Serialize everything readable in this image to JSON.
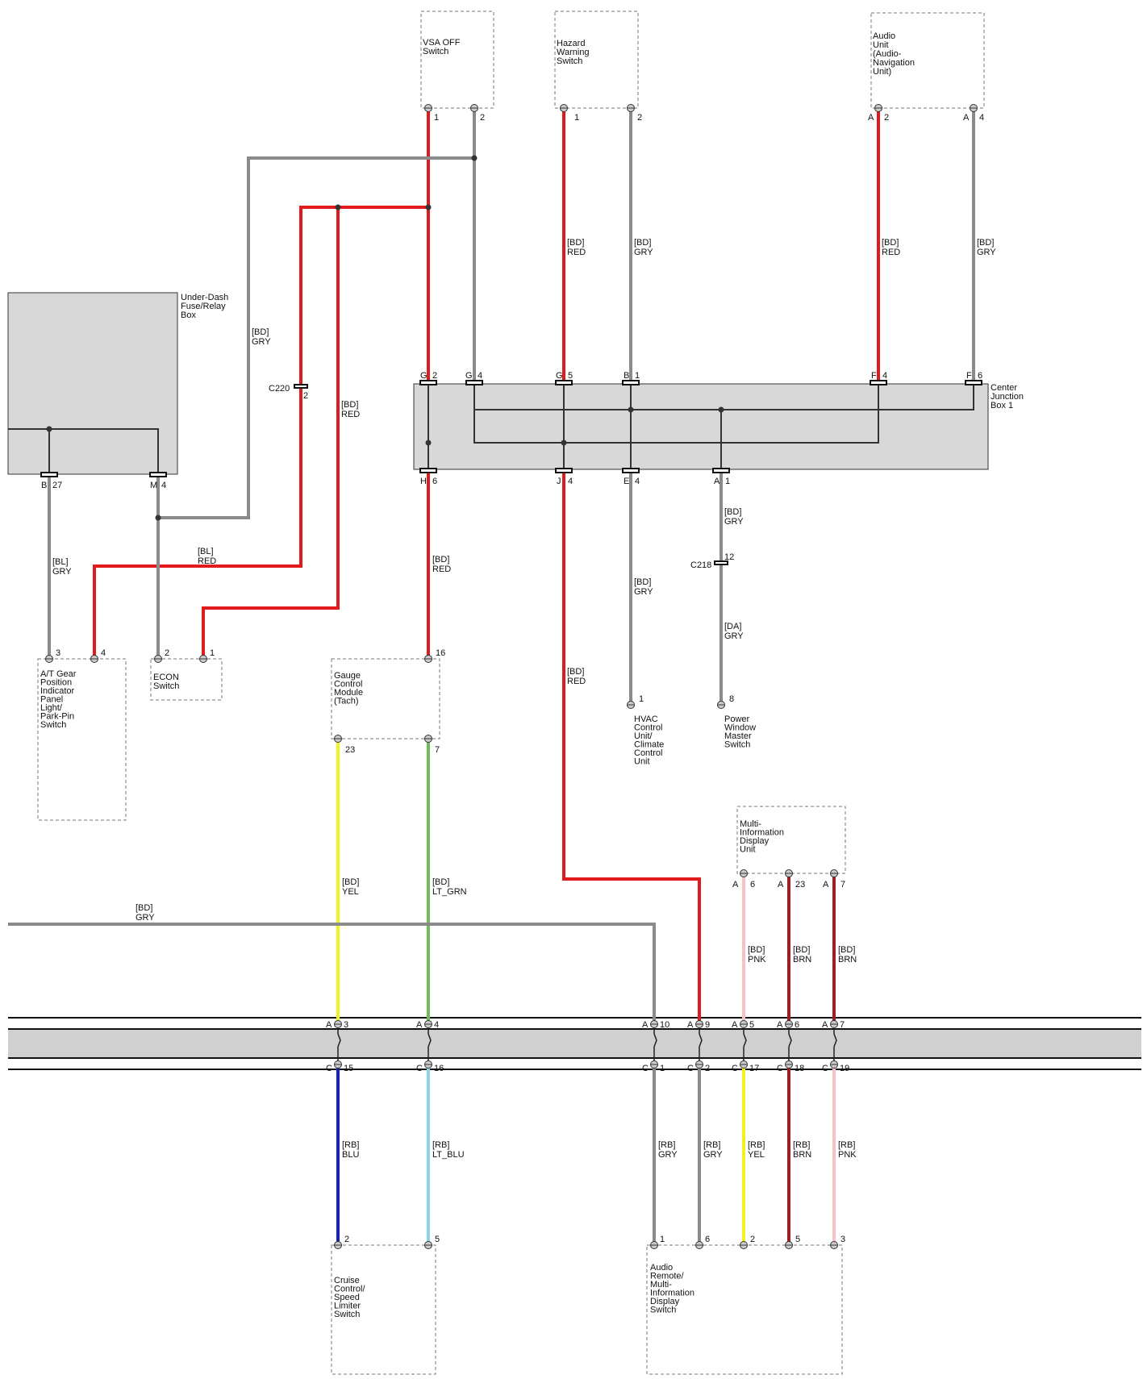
{
  "colors": {
    "RED": "#e11b1b",
    "GRY": "#8a8a8a",
    "YEL": "#f4f11e",
    "LT_GRN": "#6cbf56",
    "BLU": "#1621c4",
    "LT_BLU": "#8cd2ec",
    "PNK": "#f6c2c8",
    "BRN": "#9b2024"
  },
  "components": {
    "vsa_off": [
      "VSA OFF",
      "Switch"
    ],
    "hazard": [
      "Hazard",
      "Warning",
      "Switch"
    ],
    "audio_unit": [
      "Audio",
      "Unit",
      "(Audio-",
      "Navigation",
      "Unit)"
    ],
    "under_dash": [
      "Under-Dash",
      "Fuse/Relay",
      "Box"
    ],
    "center_jb": [
      "Center",
      "Junction",
      "Box 1"
    ],
    "at_gear": [
      "A/T Gear",
      "Position",
      "Indicator",
      "Panel",
      "Light/",
      "Park-Pin",
      "Switch"
    ],
    "econ": [
      "ECON",
      "Switch"
    ],
    "gauge": [
      "Gauge",
      "Control",
      "Module",
      "(Tach)"
    ],
    "hvac": [
      "HVAC",
      "Control",
      "Unit/",
      "Climate",
      "Control",
      "Unit"
    ],
    "power_window": [
      "Power",
      "Window",
      "Master",
      "Switch"
    ],
    "mid_unit": [
      "Multi-",
      "Information",
      "Display",
      "Unit"
    ],
    "cruise": [
      "Cruise",
      "Control/",
      "Speed",
      "Limiter",
      "Switch"
    ],
    "audio_remote": [
      "Audio",
      "Remote/",
      "Multi-",
      "Information",
      "Display",
      "Switch"
    ]
  },
  "splices": {
    "c220": {
      "name": "C220",
      "pin": "2"
    },
    "c218": {
      "name": "C218",
      "pin": "12"
    }
  },
  "pins": {
    "vsa_1": "1",
    "vsa_2": "2",
    "haz_1": "1",
    "haz_2": "2",
    "aud_a": "A",
    "aud_2": "2",
    "aud_a2": "A",
    "aud_4": "4",
    "cj_g": "G",
    "cj_2": "2",
    "cj_g2": "G",
    "cj_4": "4",
    "cj_g3": "G",
    "cj_5": "5",
    "cj_b": "B",
    "cj_1": "1",
    "cj_f": "F",
    "cj_4b": "4",
    "cj_f2": "F",
    "cj_6": "6",
    "cj_h": "H",
    "cj_6b": "6",
    "cj_j": "J",
    "cj_4c": "4",
    "cj_e": "E",
    "cj_4d": "4",
    "cj_a": "A",
    "cj_1b": "1",
    "ud_b": "B",
    "ud_27": "27",
    "ud_m": "M",
    "ud_4": "4",
    "at_3": "3",
    "at_4": "4",
    "ec_2": "2",
    "ec_1": "1",
    "gc_16": "16",
    "gc_23": "23",
    "gc_7": "7",
    "hv_1": "1",
    "pw_8": "8",
    "mid_a": "A",
    "mid_6": "6",
    "mid_a2": "A",
    "mid_23": "23",
    "mid_a3": "A",
    "mid_7": "7",
    "ta_a1": "A",
    "ta_3": "3",
    "ta_a2": "A",
    "ta_4": "4",
    "ta_a3": "A",
    "ta_10": "10",
    "ta_a4": "A",
    "ta_9": "9",
    "ta_a5": "A",
    "ta_5": "5",
    "ta_a6": "A",
    "ta_6": "6",
    "ta_a7": "A",
    "ta_7": "7",
    "tc_c1": "C",
    "tc_15": "15",
    "tc_c2": "C",
    "tc_16": "16",
    "tc_c3": "C",
    "tc_1": "1",
    "tc_c4": "C",
    "tc_2": "2",
    "tc_c5": "C",
    "tc_17": "17",
    "tc_c6": "C",
    "tc_18": "18",
    "tc_c7": "C",
    "tc_19": "19",
    "cr_2": "2",
    "cr_5": "5",
    "ar_1": "1",
    "ar_6": "6",
    "ar_2": "2",
    "ar_5": "5",
    "ar_3": "3"
  },
  "wire_labels": {
    "vsa2_ud": [
      "[BD]",
      "GRY"
    ],
    "haz_red": [
      "[BD]",
      "RED"
    ],
    "haz_gry": [
      "[BD]",
      "GRY"
    ],
    "aud_red": [
      "[BD]",
      "RED"
    ],
    "aud_gry": [
      "[BD]",
      "GRY"
    ],
    "red_econ": [
      "[BD]",
      "RED"
    ],
    "bl_gry": [
      "[BL]",
      "GRY"
    ],
    "bl_red": [
      "[BL]",
      "RED"
    ],
    "h6_red": [
      "[BD]",
      "RED"
    ],
    "j4_red": [
      "[BD]",
      "RED"
    ],
    "e4_gry": [
      "[BD]",
      "GRY"
    ],
    "a1_gry": [
      "[BD]",
      "GRY"
    ],
    "da_gry": [
      "[DA]",
      "GRY"
    ],
    "gc_yel": [
      "[BD]",
      "YEL"
    ],
    "gc_grn": [
      "[BD]",
      "LT_GRN"
    ],
    "left_gry": [
      "[BD]",
      "GRY"
    ],
    "mid_pnk": [
      "[BD]",
      "PNK"
    ],
    "mid_brn1": [
      "[BD]",
      "BRN"
    ],
    "mid_brn2": [
      "[BD]",
      "BRN"
    ],
    "rb_blu": [
      "[RB]",
      "BLU"
    ],
    "rb_ltblu": [
      "[RB]",
      "LT_BLU"
    ],
    "rb_gry1": [
      "[RB]",
      "GRY"
    ],
    "rb_gry2": [
      "[RB]",
      "GRY"
    ],
    "rb_yel": [
      "[RB]",
      "YEL"
    ],
    "rb_brn": [
      "[RB]",
      "BRN"
    ],
    "rb_pnk": [
      "[RB]",
      "PNK"
    ]
  }
}
